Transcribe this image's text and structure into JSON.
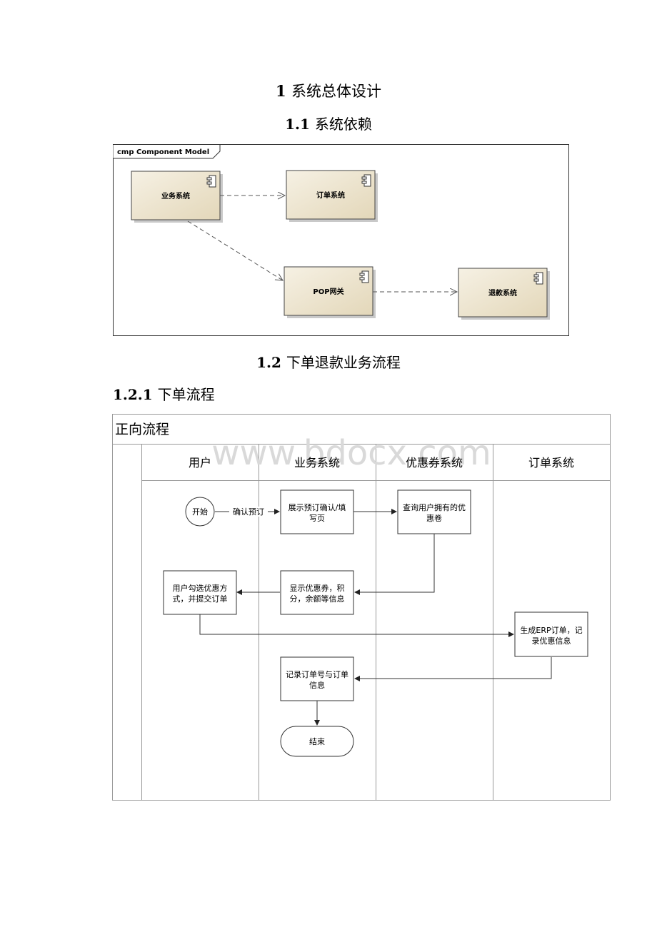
{
  "headings": {
    "h1_num": "1",
    "h1_text": "系统总体设计",
    "h2a_num": "1.1",
    "h2a_text": "系统依赖",
    "h2b_num": "1.2",
    "h2b_text": "下单退款业务流程",
    "h3_num": "1.2.1",
    "h3_text": "下单流程"
  },
  "component_diagram": {
    "frame_label": "cmp Component Model",
    "components": {
      "business": "业务系统",
      "order": "订单系统",
      "pop": "POP网关",
      "refund": "退款系统"
    }
  },
  "flowchart": {
    "title": "正向流程",
    "watermark": "www.bdocx.com",
    "lanes": [
      "用户",
      "业务系统",
      "优惠券系统",
      "订单系统"
    ],
    "nodes": {
      "start": "开始",
      "confirm_label": "确认预订",
      "show_page": [
        "展示预订确认/填",
        "写页"
      ],
      "query_coupon": [
        "查询用户拥有的优",
        "惠卷"
      ],
      "show_coupon": [
        "显示优惠券，积",
        "分，余额等信息"
      ],
      "user_select": [
        "用户勾选优惠方",
        "式，并提交订单"
      ],
      "gen_order": [
        "生成ERP订单，记",
        "录优惠信息"
      ],
      "record_order": [
        "记录订单号与订单",
        "信息"
      ],
      "end": "结束"
    }
  },
  "colors": {
    "component_fill": "#ede4cf",
    "line": "#555555",
    "flow_line": "#333333",
    "watermark": "#d9d9d9"
  }
}
